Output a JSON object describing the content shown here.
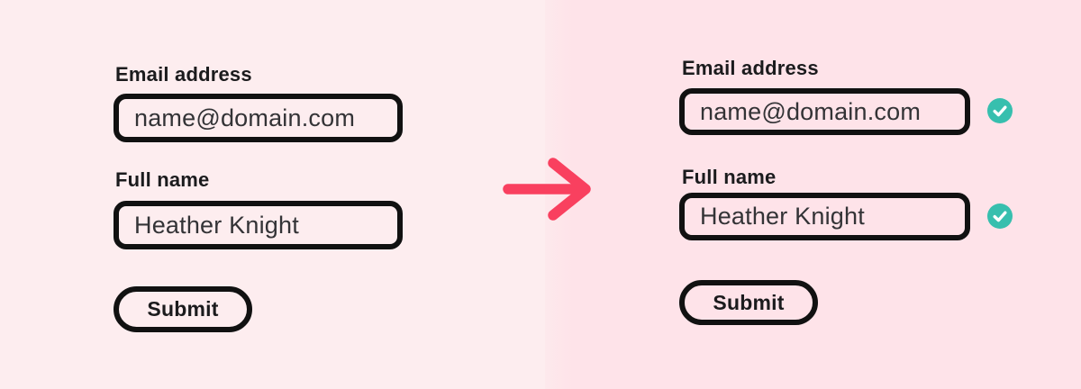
{
  "panels": [
    {
      "id": "before",
      "email_label": "Email address",
      "email_value": "name@domain.com",
      "name_label": "Full name",
      "name_value": "Heather Knight",
      "submit_label": "Submit",
      "email_validated": false,
      "name_validated": false
    },
    {
      "id": "after",
      "email_label": "Email address",
      "email_value": "name@domain.com",
      "name_label": "Full name",
      "name_value": "Heather Knight",
      "submit_label": "Submit",
      "email_validated": true,
      "name_validated": true
    }
  ],
  "arrow_icon": "right-arrow",
  "check_icon": "checkmark",
  "colors": {
    "panel_left_bg": "#fdedef",
    "panel_right_bg": "#fee3e9",
    "input_border": "#111111",
    "label_text": "#1b1b1d",
    "input_text": "#333336",
    "arrow": "#f9405f",
    "check_circle": "#37bfae",
    "check_mark": "#ffffff"
  }
}
